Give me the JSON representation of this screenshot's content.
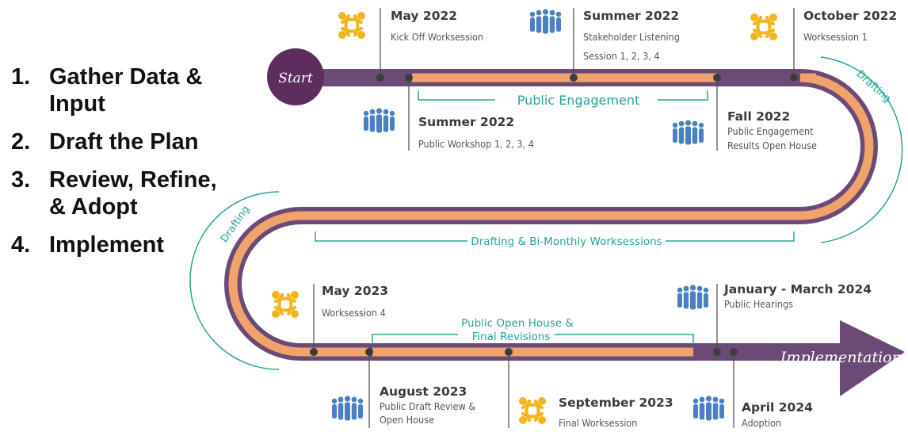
{
  "steps": [
    {
      "num": "1.",
      "text": "Gather Data & Input"
    },
    {
      "num": "2.",
      "text": "Draft the Plan"
    },
    {
      "num": "3.",
      "text": "Review, Refine, & Adopt"
    },
    {
      "num": "4.",
      "text": "Implement"
    }
  ],
  "path": {
    "start": "Start",
    "end": "Implementation"
  },
  "brackets": {
    "public_engagement": "Public Engagement",
    "drafting_worksessions": "Drafting & Bi-Monthly Worksessions",
    "open_house_line1": "Public Open House &",
    "open_house_line2": "Final Revisions",
    "drafting_right": "Drafting",
    "drafting_left": "Drafting"
  },
  "events": [
    {
      "id": "may-2022",
      "icon": "worksession-icon",
      "title": "May 2022",
      "lines": [
        "Kick Off Worksession"
      ]
    },
    {
      "id": "summer-2022-listening",
      "icon": "people-icon",
      "title": "Summer 2022",
      "lines": [
        "Stakeholder Listening",
        "Session 1, 2, 3, 4"
      ]
    },
    {
      "id": "october-2022",
      "icon": "worksession-icon",
      "title": "October 2022",
      "lines": [
        "Worksession 1"
      ]
    },
    {
      "id": "summer-2022-workshop",
      "icon": "people-icon",
      "title": "Summer 2022",
      "lines": [
        "Public Workshop 1, 2, 3, 4"
      ]
    },
    {
      "id": "fall-2022",
      "icon": "people-icon",
      "title": "Fall 2022",
      "lines": [
        "Public Engagement",
        "Results Open House"
      ]
    },
    {
      "id": "may-2023",
      "icon": "worksession-icon",
      "title": "May 2023",
      "lines": [
        "Worksession 4"
      ]
    },
    {
      "id": "jan-mar-2024",
      "icon": "people-icon",
      "title": "January - March 2024",
      "lines": [
        "Public Hearings"
      ]
    },
    {
      "id": "august-2023",
      "icon": "people-icon",
      "title": "August 2023",
      "lines": [
        "Public Draft Review &",
        "Open House"
      ]
    },
    {
      "id": "september-2023",
      "icon": "worksession-icon",
      "title": "September 2023",
      "lines": [
        "Final Worksession"
      ]
    },
    {
      "id": "april-2024",
      "icon": "people-icon",
      "title": "April 2024",
      "lines": [
        "Adoption"
      ]
    }
  ],
  "colors": {
    "track": "#6b4a78",
    "fill": "#f2a36b",
    "teal": "#25a39a",
    "people": "#4a7fc1",
    "gold": "#f4b41a",
    "start": "#5e2d5e"
  }
}
